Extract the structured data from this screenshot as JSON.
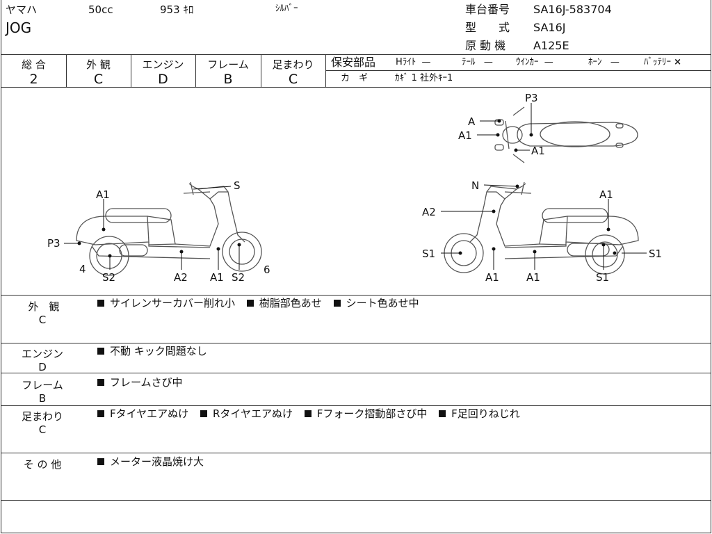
{
  "header": {
    "maker": "ヤマハ",
    "cc": "50cc",
    "mileage": "953 ｷﾛ",
    "color": "ｼﾙﾊﾞｰ",
    "model_name": "JOG",
    "frame_no_label": "車台番号",
    "frame_no": "SA16J-583704",
    "type_label": "型　　式",
    "type_value": "SA16J",
    "engine_label": "原 動 機",
    "engine_value": "A125E"
  },
  "grades": {
    "headers": [
      "総 合",
      "外 観",
      "エンジン",
      "フレーム",
      "足まわり"
    ],
    "values": [
      "2",
      "C",
      "D",
      "B",
      "C"
    ]
  },
  "safety": {
    "label": "保安部品",
    "items": [
      {
        "name": "Hﾗｲﾄ",
        "mark": "—"
      },
      {
        "name": "ﾃｰﾙ",
        "mark": "—"
      },
      {
        "name": "ｳｲﾝｶｰ",
        "mark": "—"
      },
      {
        "name": "ﾎｰﾝ",
        "mark": "—"
      },
      {
        "name": "ﾊﾞｯﾃﾘｰ",
        "mark": "×"
      }
    ],
    "key_label": "カ　ギ",
    "key_value": "ｶｷﾞ 1 社外ｷｰ1"
  },
  "diagram": {
    "left": {
      "labels": [
        "S",
        "A1",
        "P3",
        "4",
        "S2",
        "A2",
        "A1",
        "S2",
        "6"
      ]
    },
    "right": {
      "labels": [
        "N",
        "A2",
        "A1",
        "S1",
        "A1",
        "A1",
        "S1",
        "S1"
      ]
    },
    "top": {
      "labels": [
        "P3",
        "A",
        "A1",
        "A1"
      ]
    }
  },
  "remarks": [
    {
      "category": "外　観",
      "grade": "C",
      "items": [
        "サイレンサーカバー削れ小",
        "樹脂部色あせ",
        "シート色あせ中"
      ]
    },
    {
      "category": "エンジン",
      "grade": "D",
      "items": [
        "不動 キック問題なし"
      ]
    },
    {
      "category": "フレーム",
      "grade": "B",
      "items": [
        "フレームさび中"
      ]
    },
    {
      "category": "足まわり",
      "grade": "C",
      "items": [
        "Fタイヤエアぬけ",
        "Rタイヤエアぬけ",
        "Fフォーク摺動部さび中",
        "F足回りねじれ"
      ]
    },
    {
      "category": "そ の 他",
      "grade": "",
      "items": [
        "メーター液晶焼け大"
      ]
    }
  ]
}
